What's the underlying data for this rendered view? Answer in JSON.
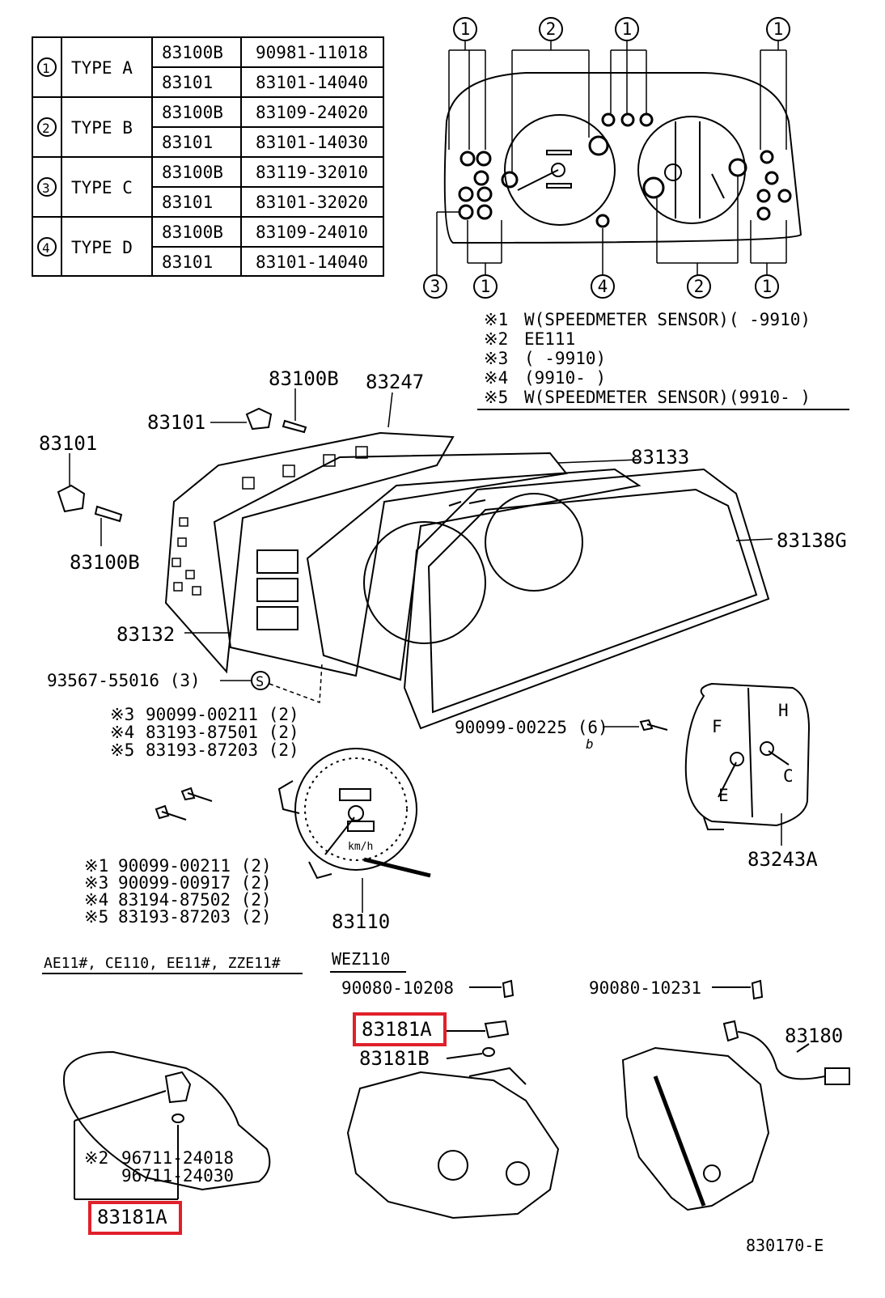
{
  "type_table": [
    {
      "num": "1",
      "type": "TYPE A",
      "rows": [
        [
          "83100B",
          "90981-11018"
        ],
        [
          "83101",
          "83101-14040"
        ]
      ]
    },
    {
      "num": "2",
      "type": "TYPE B",
      "rows": [
        [
          "83100B",
          "83109-24020"
        ],
        [
          "83101",
          "83101-14030"
        ]
      ]
    },
    {
      "num": "3",
      "type": "TYPE C",
      "rows": [
        [
          "83100B",
          "83119-32010"
        ],
        [
          "83101",
          "83101-32020"
        ]
      ]
    },
    {
      "num": "4",
      "type": "TYPE D",
      "rows": [
        [
          "83100B",
          "83109-24010"
        ],
        [
          "83101",
          "83101-14040"
        ]
      ]
    }
  ],
  "cluster_callouts": {
    "top": [
      "1",
      "2",
      "1",
      "1"
    ],
    "bottom": [
      "3",
      "1",
      "4",
      "2",
      "1"
    ]
  },
  "notes": [
    {
      "mark": "※1",
      "text": "W(SPEEDMETER SENSOR)(      -9910)"
    },
    {
      "mark": "※2",
      "text": "EE111"
    },
    {
      "mark": "※3",
      "text": "(       -9910)"
    },
    {
      "mark": "※4",
      "text": "(9910-      )"
    },
    {
      "mark": "※5",
      "text": "W(SPEEDMETER SENSOR)(9910-      )"
    }
  ],
  "parts": {
    "p83100B_top": "83100B",
    "p83247": "83247",
    "p83101_a": "83101",
    "p83101_b": "83101",
    "p83133": "83133",
    "p83138G": "83138G",
    "p83100B_left": "83100B",
    "p83132": "83132",
    "p93567": "93567-55016 (3)",
    "p90099_00225": "90099-00225 (6)",
    "p83243A": "83243A",
    "p83110": "83110",
    "p83181A_mid": "83181A",
    "p83181B": "83181B",
    "p90080_10208": "90080-10208",
    "p90080_10231": "90080-10231",
    "p83180": "83180",
    "p83181A_bottom": "83181A",
    "s_mark": "S",
    "b_mark": "b",
    "speedo_unit": "km/h",
    "fuel_f": "F",
    "fuel_e": "E",
    "temp_h": "H",
    "temp_c": "C"
  },
  "screw_list_upper": [
    {
      "mark": "※3",
      "part": "90099-00211 (2)"
    },
    {
      "mark": "※4",
      "part": "83193-87501 (2)"
    },
    {
      "mark": "※5",
      "part": "83193-87203 (2)"
    }
  ],
  "screw_list_lower": [
    {
      "mark": "※1",
      "part": "90099-00211 (2)"
    },
    {
      "mark": "※3",
      "part": "90099-00917 (2)"
    },
    {
      "mark": "※4",
      "part": "83194-87502 (2)"
    },
    {
      "mark": "※5",
      "part": "83193-87203 (2)"
    }
  ],
  "sections": {
    "left_models": "AE11#, CE110, EE11#, ZZE11#",
    "mid_model": "WEZ110"
  },
  "sensor_variants": [
    {
      "mark": "※2",
      "part": "96711-24018"
    },
    {
      "mark": "",
      "part": "96711-24030"
    }
  ],
  "diagram_code": "830170-E",
  "colors": {
    "highlight": "#e0202a",
    "ink": "#000000"
  }
}
